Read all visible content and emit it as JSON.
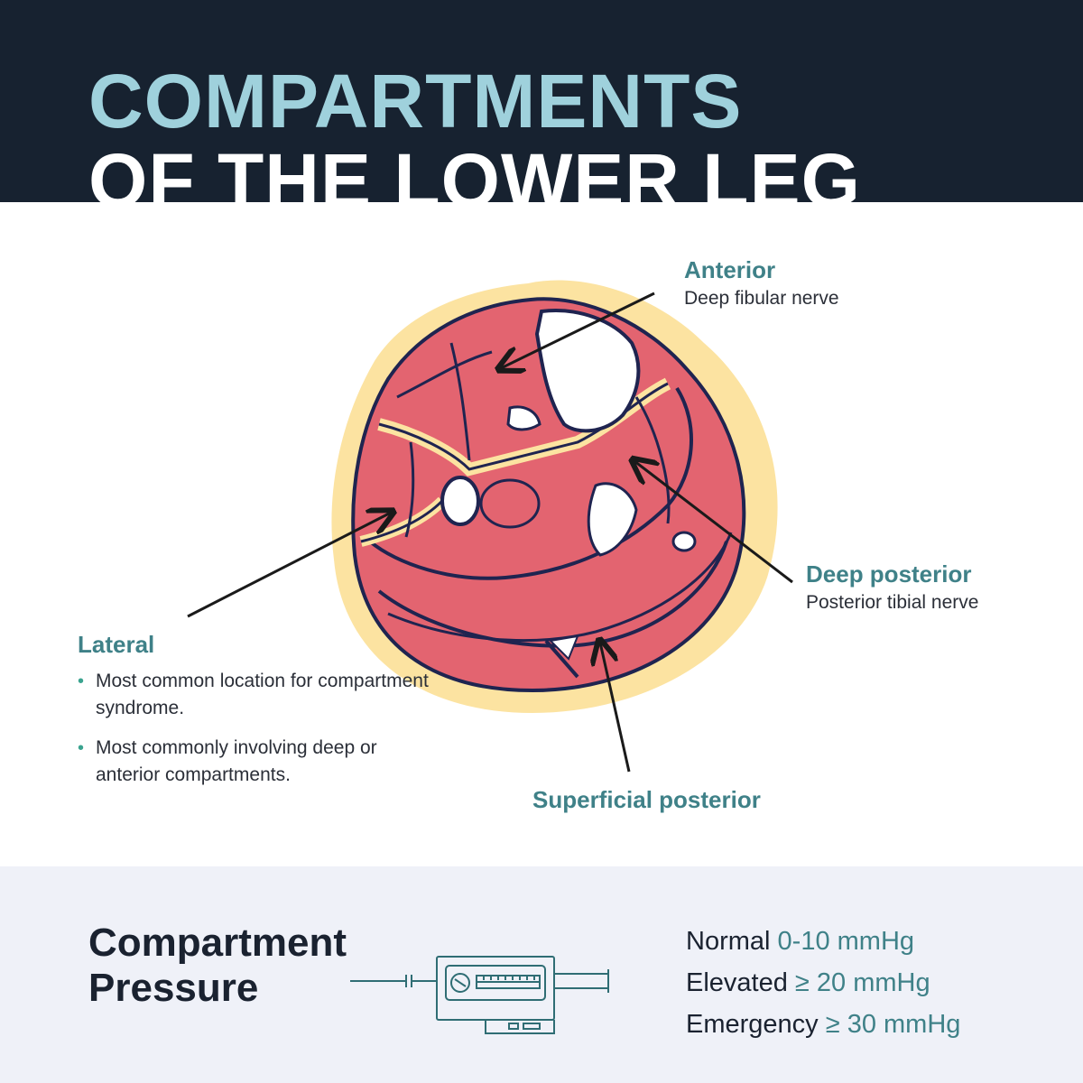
{
  "header": {
    "title_line1": "COMPARTMENTS",
    "title_line2": "OF THE LOWER LEG"
  },
  "compartments": {
    "anterior": {
      "title": "Anterior",
      "nerve": "Deep fibular nerve"
    },
    "deep_posterior": {
      "title": "Deep posterior",
      "nerve": "Posterior tibial nerve"
    },
    "superficial_posterior": {
      "title": "Superficial posterior"
    },
    "lateral": {
      "title": "Lateral",
      "bullets": [
        "Most common location for compartment syndrome.",
        "Most commonly involving deep or anterior compartments."
      ]
    }
  },
  "pressure": {
    "title_line1": "Compartment",
    "title_line2": "Pressure",
    "rows": [
      {
        "label": "Normal",
        "value": "0-10 mmHg"
      },
      {
        "label": "Elevated",
        "value": "≥ 20 mmHg"
      },
      {
        "label": "Emergency",
        "value": "≥ 30 mmHg"
      }
    ]
  },
  "colors": {
    "header_bg": "#172230",
    "title_accent": "#9fd1dc",
    "muscle": "#e36470",
    "fat": "#fce3a1",
    "outline": "#1f2450",
    "label_teal": "#3f8188",
    "footer_bg": "#eff1f8"
  },
  "icons": {
    "pressure_device": "pressure-monitor-icon",
    "bullet": "bullet-dot-icon"
  }
}
